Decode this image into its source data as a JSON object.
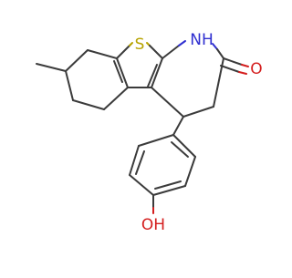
{
  "atoms": {
    "sulfur": "S",
    "amine": "NH",
    "carbonyl_oxygen": "O",
    "hydroxyl": "OH"
  },
  "colors": {
    "background": "#ffffff",
    "bond": "#3b3b3b",
    "sulfur": "#b7a300",
    "nitrogen": "#2f2fd0",
    "oxygen": "#d41e1e"
  }
}
